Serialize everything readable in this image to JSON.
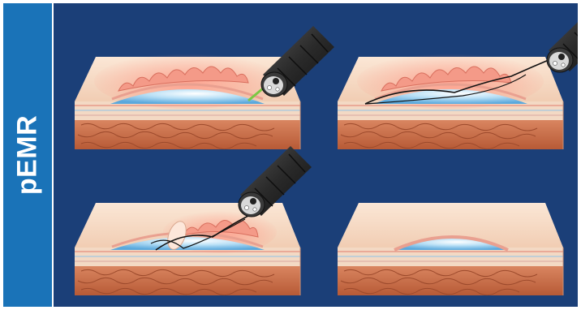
{
  "side_label": "pEMR",
  "colors": {
    "side_band": "#1a73b8",
    "panel_background": "#1b3f78",
    "mucosa": "#f6dcc6",
    "inflamed_lesion": "#f08a7a",
    "submucosal_lift": "#9fd0ee",
    "muscle_layer": "#c9704a",
    "snare_wire": "#1a1a1a",
    "endoscope": "#2b2b2b"
  },
  "steps": [
    {
      "id": "injection",
      "icon": "endoscope-with-injection-needle"
    },
    {
      "id": "snare-placement",
      "icon": "endoscope-with-snare"
    },
    {
      "id": "resection",
      "icon": "endoscope-with-snare-and-resected-tissue"
    },
    {
      "id": "post-resection",
      "icon": "none"
    }
  ]
}
